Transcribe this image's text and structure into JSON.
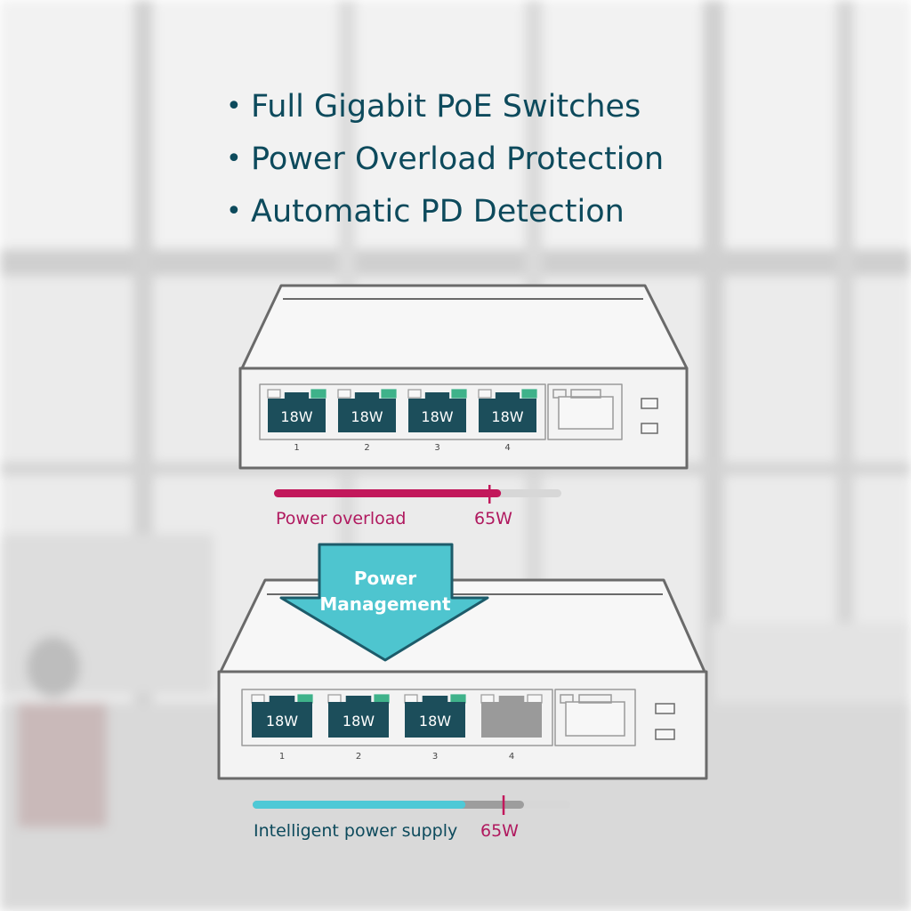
{
  "features": [
    "Full Gigabit PoE Switches",
    "Power Overload Protection",
    "Automatic PD Detection"
  ],
  "bullet_glyph": "•",
  "top_switch": {
    "ports": [
      {
        "number": "1",
        "label": "18W",
        "active": true
      },
      {
        "number": "2",
        "label": "18W",
        "active": true
      },
      {
        "number": "3",
        "label": "18W",
        "active": true
      },
      {
        "number": "4",
        "label": "18W",
        "active": true
      }
    ]
  },
  "bottom_switch": {
    "ports": [
      {
        "number": "1",
        "label": "18W",
        "active": true
      },
      {
        "number": "2",
        "label": "18W",
        "active": true
      },
      {
        "number": "3",
        "label": "18W",
        "active": true
      },
      {
        "number": "4",
        "label": "",
        "active": false
      }
    ]
  },
  "overload_bar": {
    "label": "Power overload",
    "limit_label": "65W",
    "fill_fraction": 0.79,
    "limit_fraction": 0.75
  },
  "supply_bar": {
    "label": "Intelligent power supply",
    "limit_label": "65W",
    "fill_fraction": 0.67,
    "limit_fraction": 0.79
  },
  "arrow": {
    "line1": "Power",
    "line2": "Management"
  },
  "colors": {
    "title": "#0d4a5c",
    "port_active": "#1c4e5b",
    "port_inactive": "#9a9a9a",
    "led_on": "#3fb28a",
    "overload": "#c2185b",
    "supply": "#4ec9d6",
    "arrow": "#4ec5cf",
    "outline": "#6a6a6a"
  }
}
